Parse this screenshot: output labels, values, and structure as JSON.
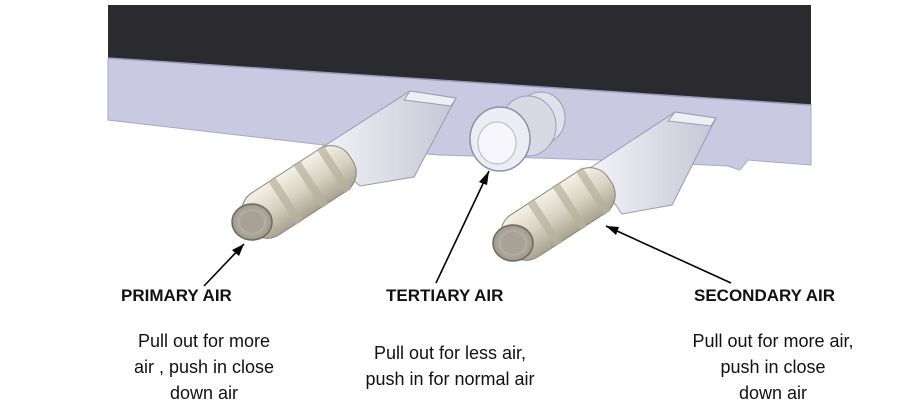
{
  "labels": {
    "primary": {
      "title": "PRIMARY AIR",
      "lines": [
        "Pull out for more",
        "air , push in close",
        "down air"
      ]
    },
    "tertiary": {
      "title": "TERTIARY AIR",
      "lines": [
        "Pull out for less air,",
        "push in for normal air"
      ]
    },
    "secondary": {
      "title": "SECONDARY AIR",
      "lines": [
        "Pull out for more air,",
        "push in close",
        "down air"
      ]
    }
  },
  "colors": {
    "stove_top": "#2b2b2f",
    "panel": "#c9c9e2",
    "panel_shade": "#b4b4d0",
    "rod": "#d9d9e6",
    "knob": "#e9e4d6",
    "knob_shade": "#b9b2a0",
    "arrow": "#000000"
  }
}
